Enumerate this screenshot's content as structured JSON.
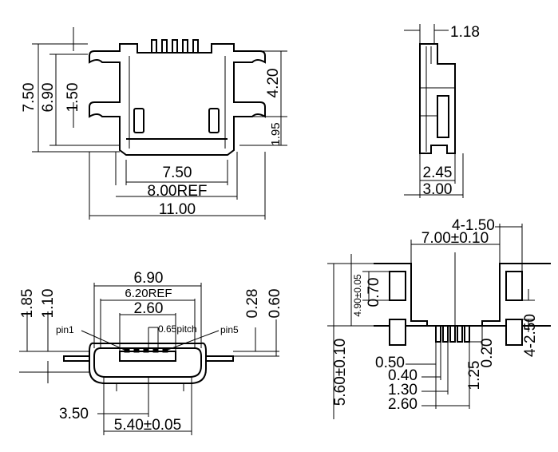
{
  "views": {
    "top": {
      "dims": {
        "h_7_50_left": "7.50",
        "h_6_90_left": "6.90",
        "h_1_50": "1.50",
        "h_4_20": "4.20",
        "h_1_95": "1.95",
        "w_7_50": "7.50",
        "w_8_00": "8.00REF",
        "w_11_00": "11.00"
      }
    },
    "side": {
      "dims": {
        "t_1_18": "1.18",
        "w_2_45": "2.45",
        "w_3_00": "3.00"
      }
    },
    "front": {
      "dims": {
        "w_6_90": "6.90",
        "w_6_20": "6.20REF",
        "w_2_60": "2.60",
        "pitch": "0.65pitch",
        "pin1": "pin1",
        "pin5": "pin5",
        "h_1_85": "1.85",
        "h_1_10": "1.10",
        "h_0_28": "0.28",
        "h_0_60": "0.60",
        "w_3_50": "3.50",
        "w_5_40": "5.40±0.05"
      }
    },
    "footprint": {
      "dims": {
        "pads_4": "4-1.50",
        "w_7_00": "7.00±0.10",
        "h_4_90": "4.90±0.05",
        "h_0_70": "0.70",
        "h_5_60": "5.60±0.10",
        "h_4_2_50": "4-2.50",
        "w_0_50": "0.50",
        "w_0_40": "0.40",
        "w_1_30": "1.30",
        "w_2_60": "2.60",
        "w_0_20": "0.20",
        "w_1_25": "1.25"
      }
    }
  }
}
